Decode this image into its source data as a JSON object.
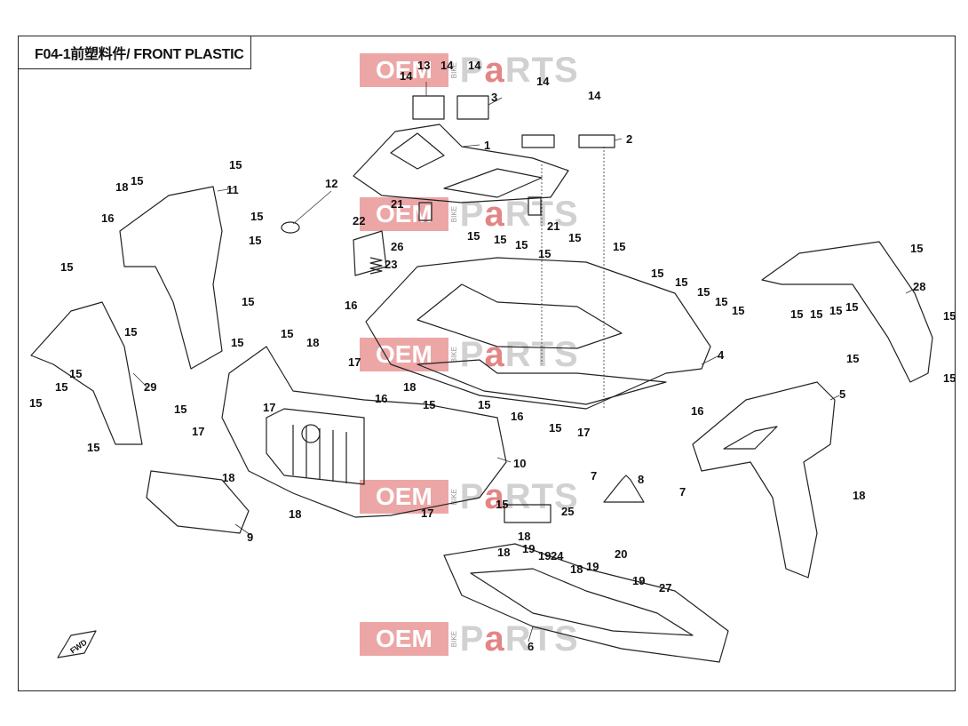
{
  "title": "F04-1前塑料件/ FRONT PLASTIC",
  "watermark": {
    "oem": "OEM",
    "bike": "BIKE",
    "parts_a": "P",
    "parts_b": "a",
    "parts_c": "RTS"
  },
  "direction_label": "FWD",
  "callouts": [
    "1",
    "2",
    "3",
    "4",
    "5",
    "6",
    "7",
    "7",
    "8",
    "9",
    "10",
    "11",
    "12",
    "13",
    "14",
    "14",
    "14",
    "14",
    "14",
    "14",
    "15",
    "15",
    "15",
    "15",
    "15",
    "15",
    "15",
    "15",
    "15",
    "15",
    "15",
    "15",
    "15",
    "15",
    "15",
    "15",
    "15",
    "15",
    "15",
    "15",
    "15",
    "15",
    "15",
    "15",
    "15",
    "15",
    "15",
    "15",
    "15",
    "15",
    "15",
    "15",
    "15",
    "15",
    "15",
    "15",
    "15",
    "16",
    "16",
    "16",
    "16",
    "16",
    "17",
    "17",
    "17",
    "17",
    "17",
    "17",
    "18",
    "18",
    "18",
    "18",
    "18",
    "18",
    "18",
    "18",
    "18",
    "19",
    "19",
    "19",
    "19",
    "20",
    "21",
    "21",
    "22",
    "23",
    "24",
    "25",
    "26",
    "27",
    "28",
    "29"
  ]
}
